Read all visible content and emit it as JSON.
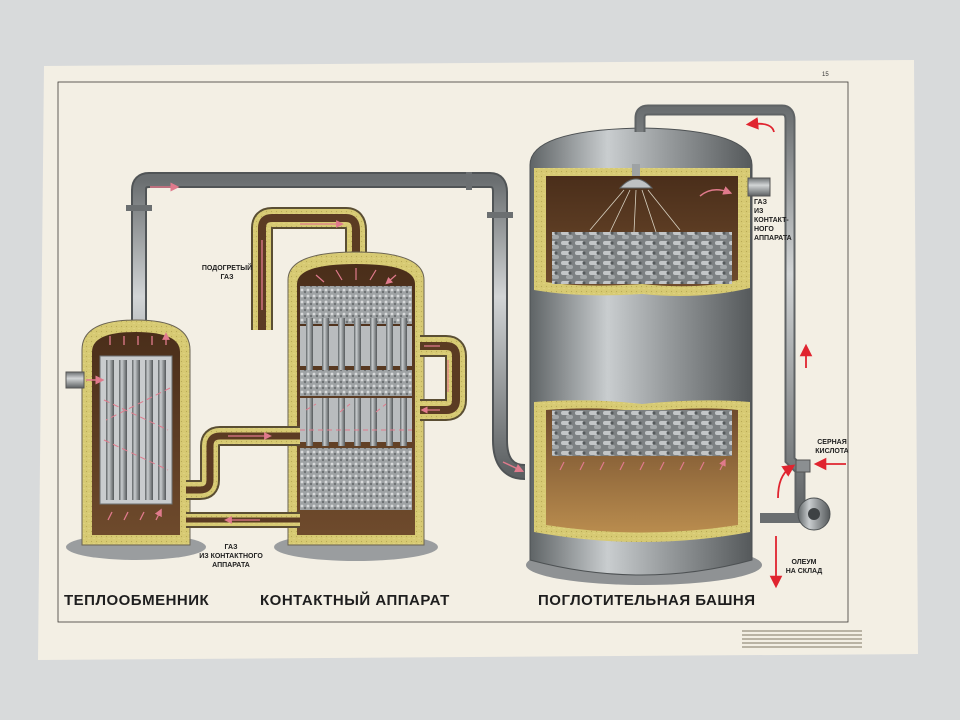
{
  "poster": {
    "page_number": "15",
    "colors": {
      "paper": "#f3efe4",
      "steel": "#8d9193",
      "insulation": "#d4c770",
      "interior": "#5b3b23",
      "flow_arrow": "#e07a8c",
      "packing": "#a9acae"
    },
    "titles": {
      "heat_exchanger": "ТЕПЛООБМЕННИК",
      "contact_apparatus": "КОНТАКТНЫЙ АППАРАТ",
      "absorption_tower": "ПОГЛОТИТЕЛЬНАЯ БАШНЯ"
    },
    "labels": {
      "heated_gas": [
        "ПОДОГРЕТЫЙ",
        "ГАЗ"
      ],
      "gas_from_contact_bottom": [
        "ГАЗ",
        "ИЗ КОНТАКТНОГО",
        "АППАРАТА"
      ],
      "gas_from_contact_tower": [
        "ГАЗ",
        "ИЗ",
        "КОНТАКТ-",
        "НОГО",
        "АППАРАТА"
      ],
      "sulfuric_acid": [
        "СЕРНАЯ",
        "КИСЛОТА"
      ],
      "oleum": [
        "ОЛЕУМ",
        "НА СКЛАД"
      ]
    },
    "icons": {
      "shower": "shower-head-icon",
      "arrow": "flow-arrow-icon"
    }
  }
}
